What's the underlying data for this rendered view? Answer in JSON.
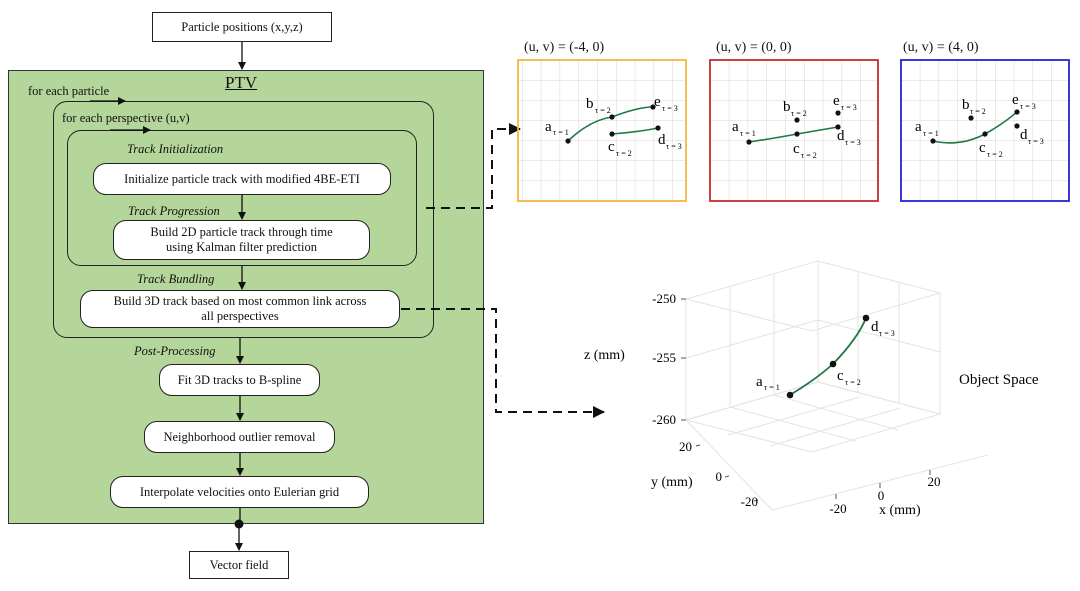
{
  "flowchart": {
    "input": "Particle positions (x,y,z)",
    "panel_title": "PTV",
    "loop_particle": "for each particle",
    "loop_perspective": "for each perspective (u,v)",
    "stage_init": "Track Initialization",
    "step_init": "Initialize particle track with modified 4BE-ETI",
    "stage_progress": "Track Progression",
    "step_progress_1": "Build 2D particle track through time",
    "step_progress_2": "using Kalman filter prediction",
    "stage_bundle": "Track Bundling",
    "step_bundle_1": "Build 3D track based on most common link across",
    "step_bundle_2": "all perspectives",
    "stage_post": "Post-Processing",
    "step_bspline": "Fit 3D tracks to B-spline",
    "step_outlier": "Neighborhood outlier removal",
    "step_interp": "Interpolate velocities onto Eulerian grid",
    "output": "Vector field"
  },
  "perspectives": [
    {
      "label": "(u, v) = (-4, 0)",
      "border": "#f5b642"
    },
    {
      "label": "(u, v) = (0, 0)",
      "border": "#c62b2b"
    },
    {
      "label": "(u, v) = (4, 0)",
      "border": "#2323d8"
    }
  ],
  "point_labels": {
    "a": "a",
    "a_sub": "τ = 1",
    "b": "b",
    "b_sub": "τ = 2",
    "c": "c",
    "c_sub": "τ = 2",
    "d": "d",
    "d_sub": "τ = 3",
    "e": "e",
    "e_sub": "τ = 3"
  },
  "plot3d": {
    "title": "Object Space",
    "z_label": "z (mm)",
    "y_label": "y (mm)",
    "x_label": "x (mm)",
    "z_ticks": [
      "-250",
      "-255",
      "-260"
    ],
    "y_ticks": [
      "20",
      "0",
      "-20"
    ],
    "x_ticks": [
      "-20",
      "0",
      "20"
    ]
  },
  "colors": {
    "panel_fill": "#b5d69a",
    "track_line": "#1e7a45",
    "grid": "#d6d6d6"
  }
}
